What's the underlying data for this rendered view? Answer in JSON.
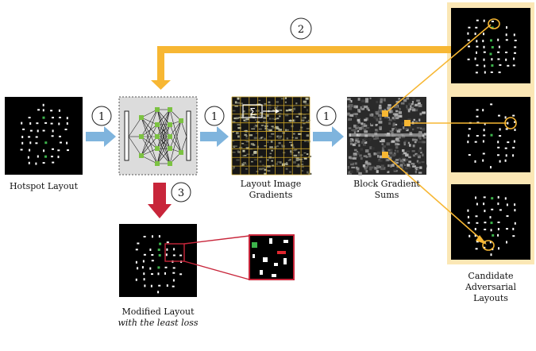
{
  "labels": {
    "hotspot": "Hotspot Layout",
    "gradients_1": "Layout Image",
    "gradients_2": "Gradients",
    "block_1": "Block Gradient",
    "block_2": "Sums",
    "modified_1": "Modified Layout",
    "modified_2": "with the least loss",
    "candidate_1": "Candidate",
    "candidate_2": "Adversarial",
    "candidate_3": "Layouts"
  },
  "steps": {
    "step1": "1",
    "step2": "2",
    "step3": "3"
  },
  "symbols": {
    "sum": "Σ"
  },
  "colors": {
    "blue_arrow": "#7fb4dd",
    "orange": "#f7b733",
    "red": "#c8253a",
    "highlight_panel": "#fbe7b5",
    "nn_node": "#7cc242",
    "green_pixel": "#3cb44b",
    "red_pixel": "#e2262e"
  }
}
